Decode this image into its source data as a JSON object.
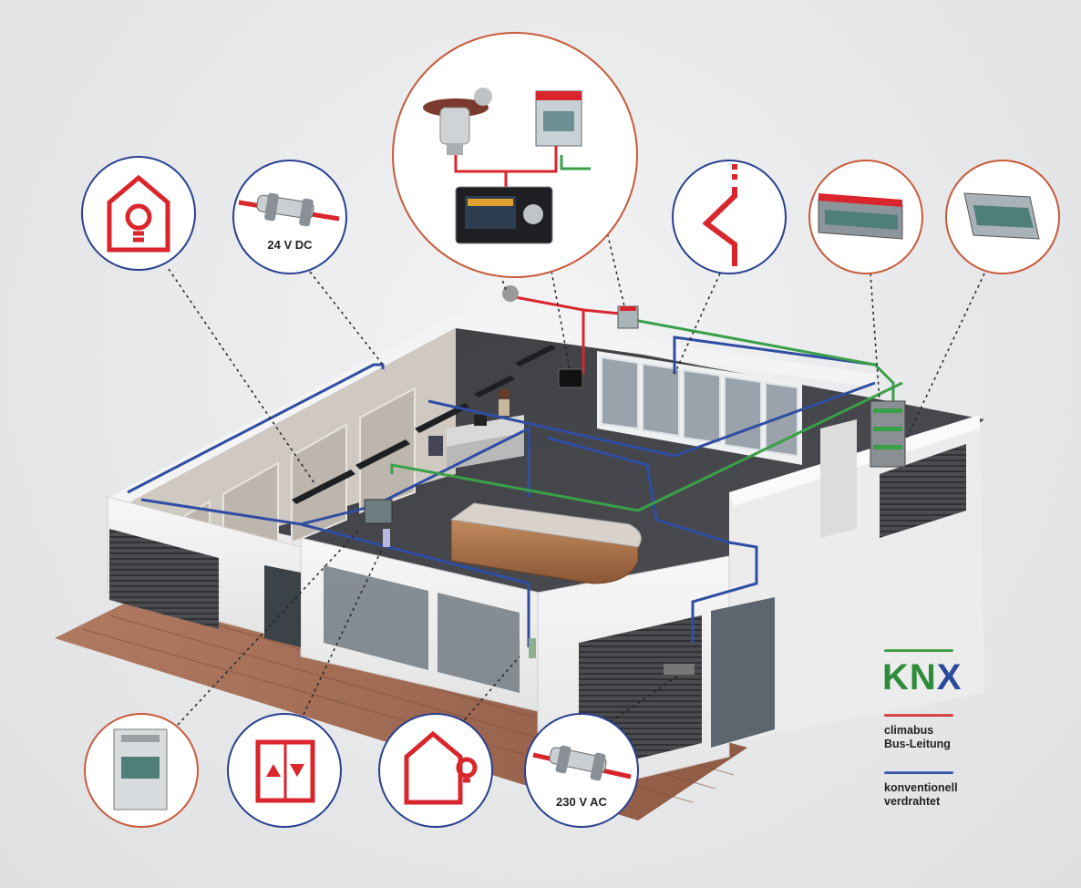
{
  "callouts": {
    "dc_label": "24 V DC",
    "ac_label": "230 V AC"
  },
  "legend": {
    "knx_logo": "KNX",
    "climabus_text": "climabus\nBus-Leitung",
    "conventional_text": "konventionell\nverdrahtet"
  },
  "colors": {
    "knx_line": "#3aa047",
    "climabus_line": "#d9262c",
    "conventional_line": "#2f4da3",
    "callout_border": "#c85a3a",
    "callout_border_blue": "#2a3f8f",
    "icon_red": "#d9262c"
  },
  "icons": [
    "house-light-icon",
    "dc-cable-icon",
    "weather-station-icon",
    "knx-actuator-icon",
    "display-panel-icon",
    "window-contact-icon",
    "din-rail-module-icon",
    "din-actuator-icon",
    "energy-meter-icon",
    "blind-switch-icon",
    "house-lamp-icon",
    "ac-cable-icon"
  ]
}
